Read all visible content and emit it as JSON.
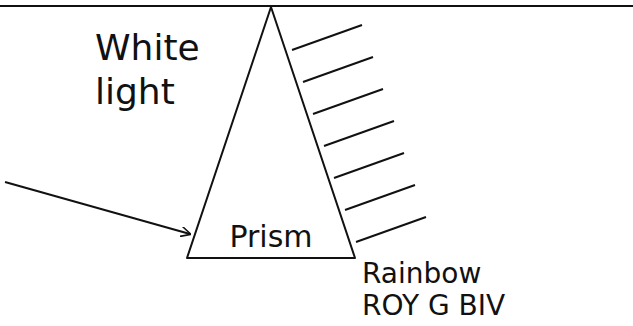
{
  "diagram": {
    "nodes": [
      {
        "text": [
          "Prism"
        ]
      }
    ],
    "labels": [
      "White light",
      "Rainbow",
      "ROY G BIV"
    ]
  }
}
